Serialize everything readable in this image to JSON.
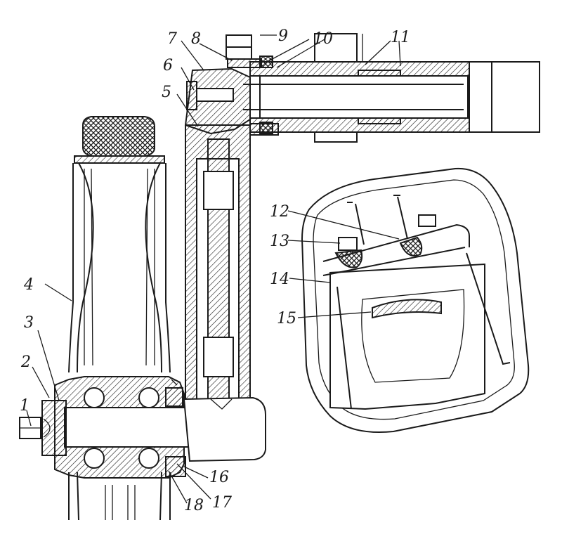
{
  "callouts": [
    {
      "id": "1",
      "text": "1"
    },
    {
      "id": "2",
      "text": "2"
    },
    {
      "id": "3",
      "text": "3"
    },
    {
      "id": "4",
      "text": "4"
    },
    {
      "id": "5",
      "text": "5"
    },
    {
      "id": "6",
      "text": "6"
    },
    {
      "id": "7",
      "text": "7"
    },
    {
      "id": "8",
      "text": "8"
    },
    {
      "id": "9",
      "text": "9"
    },
    {
      "id": "10",
      "text": "10"
    },
    {
      "id": "11",
      "text": "11"
    },
    {
      "id": "12",
      "text": "12"
    },
    {
      "id": "13",
      "text": "13"
    },
    {
      "id": "14",
      "text": "14"
    },
    {
      "id": "15",
      "text": "15"
    },
    {
      "id": "16",
      "text": "16"
    },
    {
      "id": "17",
      "text": "17"
    },
    {
      "id": "18",
      "text": "18"
    }
  ],
  "style": {
    "ink": "#1a1a1a",
    "paper": "#ffffff"
  }
}
